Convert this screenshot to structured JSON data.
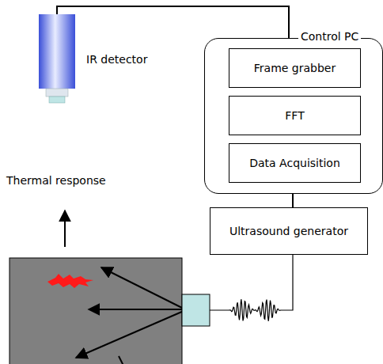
{
  "diagram": {
    "nodes": [
      {
        "text": [
          "IR detector"
        ]
      },
      {
        "text": [
          "Control PC"
        ]
      },
      {
        "text": [
          "Frame grabber"
        ],
        "in": 1
      },
      {
        "text": [
          "FFT"
        ],
        "in": 1
      },
      {
        "text": [
          "Data Acquisition"
        ],
        "in": 1
      },
      {
        "text": [
          "Ultrasound generator"
        ]
      }
    ],
    "edges": [
      {
        "from": 0,
        "to": 1,
        "arrow": "none"
      },
      {
        "from": 1,
        "to": 5,
        "arrow": "none"
      }
    ],
    "labels": [
      "Thermal response"
    ]
  }
}
